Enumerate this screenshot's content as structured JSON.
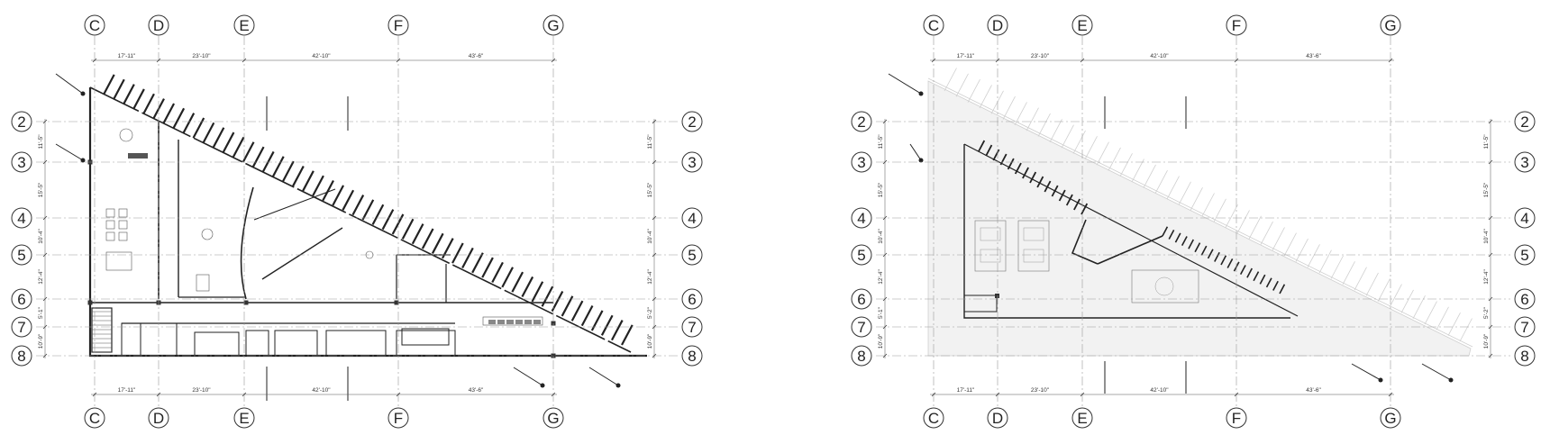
{
  "plans": [
    {
      "id": "plan-left",
      "grid_columns": [
        "C",
        "D",
        "E",
        "F",
        "G"
      ],
      "grid_rows": [
        "2",
        "3",
        "4",
        "5",
        "6",
        "7",
        "8"
      ],
      "dims_columns_top": [
        "17'-11\"",
        "23'-10\"",
        "42'-10\"",
        "43'-6\""
      ],
      "dims_columns_bottom": [
        "17'-11\"",
        "23'-10\"",
        "42'-10\"",
        "43'-6\""
      ],
      "dims_rows_left": [
        "11'-5\"",
        "15'-5\"",
        "10'-4\"",
        "12'-4\"",
        "5'-1\"",
        "10'-9\""
      ],
      "dims_rows_right": [
        "11'-5\"",
        "15'-5\"",
        "10'-4\"",
        "12'-4\"",
        "5'-2\"",
        "10'-9\""
      ]
    },
    {
      "id": "plan-right",
      "grid_columns": [
        "C",
        "D",
        "E",
        "F",
        "G"
      ],
      "grid_rows": [
        "2",
        "3",
        "4",
        "5",
        "6",
        "7",
        "8"
      ],
      "dims_columns_top": [
        "17'-11\"",
        "23'-10\"",
        "42'-10\"",
        "43'-6\""
      ],
      "dims_columns_bottom": [
        "17'-11\"",
        "23'-10\"",
        "42'-10\"",
        "43'-6\""
      ],
      "dims_rows_left": [
        "11'-5\"",
        "15'-5\"",
        "10'-4\"",
        "12'-4\"",
        "5'-1\"",
        "10'-9\""
      ],
      "dims_rows_right": [
        "11'-5\"",
        "15'-5\"",
        "10'-4\"",
        "12'-4\"",
        "5'-2\"",
        "10'-9\""
      ]
    }
  ],
  "colors": {
    "line": "#222222",
    "grid": "#9a9a9a",
    "ghost": "#cfcfcf",
    "fill_ghost": "#f2f2f2"
  }
}
